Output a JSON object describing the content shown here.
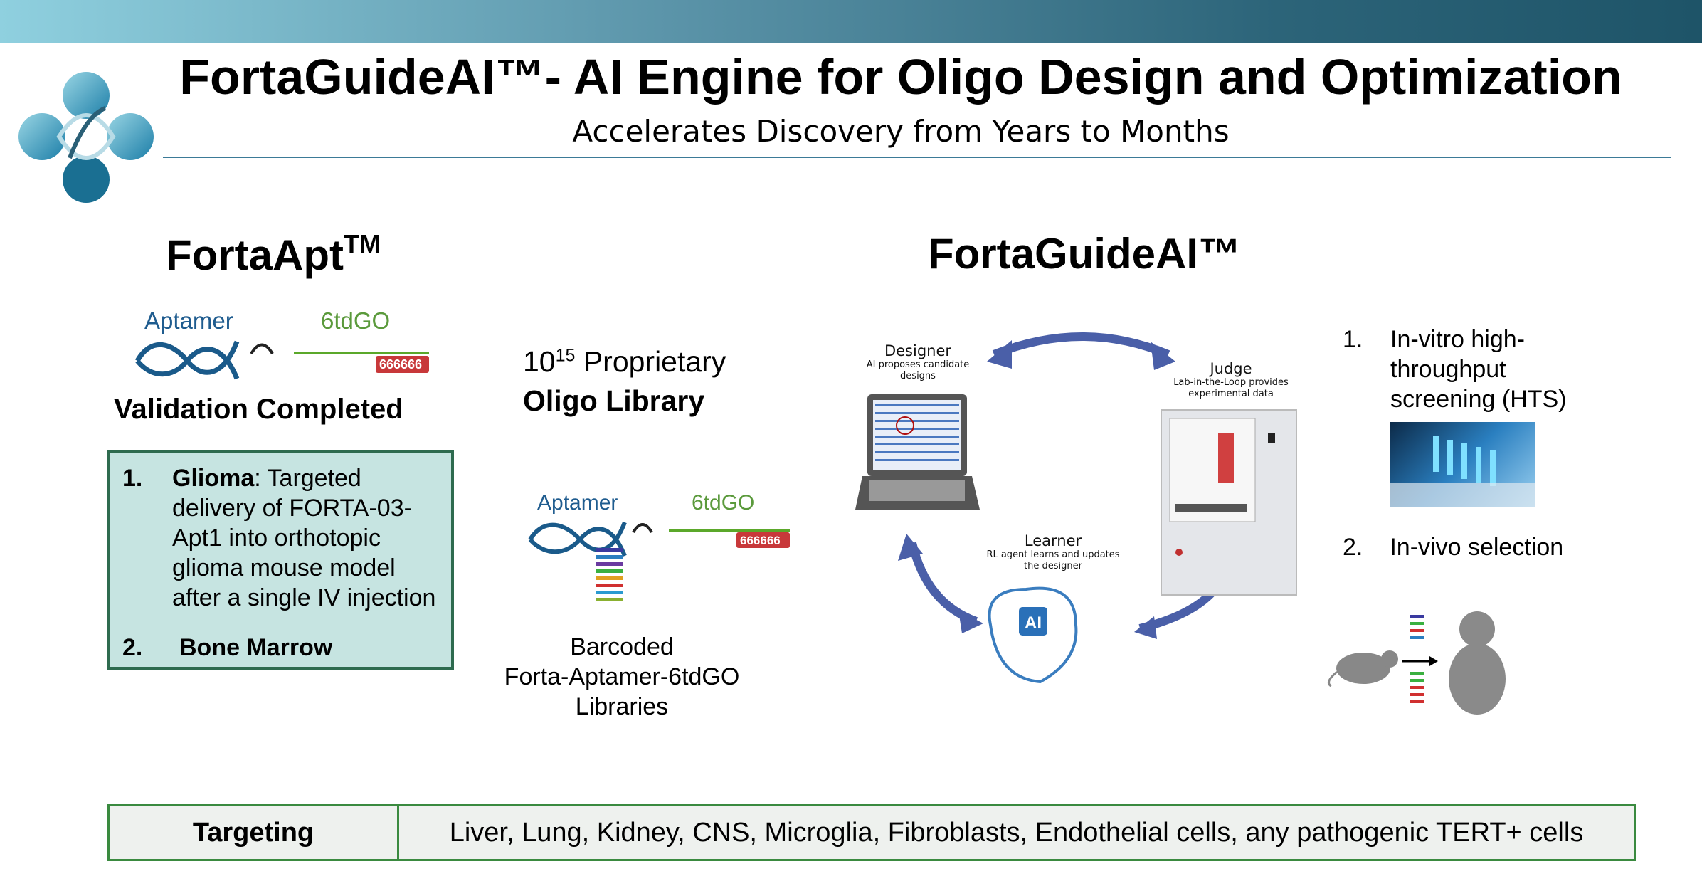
{
  "header": {
    "title": "FortaGuideAI™- AI Engine for Oligo Design and Optimization",
    "subtitle": "Accelerates Discovery from Years to Months"
  },
  "left": {
    "title": "FortaApt",
    "tm": "TM",
    "aptamer_label": "Aptamer",
    "tdgo_label": "6tdGO",
    "tag": "666666",
    "validation": "Validation Completed",
    "items": [
      {
        "num": "1.",
        "bold": "Glioma",
        "text": ": Targeted delivery of FORTA-03-Apt1 into orthotopic glioma mouse model after a single IV injection"
      },
      {
        "num": "2.",
        "bold": "Bone Marrow",
        "text": ""
      }
    ]
  },
  "middle": {
    "library_prefix": "10",
    "library_exp": "15",
    "library_suffix": " Proprietary",
    "library_bold": "Oligo Library",
    "aptamer_label": "Aptamer",
    "tdgo_label": "6tdGO",
    "tag": "666666",
    "caption": [
      "Barcoded",
      "Forta-Aptamer-6tdGO",
      "Libraries"
    ]
  },
  "guide": {
    "title": "FortaGuideAI™",
    "designer": {
      "title": "Designer",
      "desc": [
        "AI proposes candidate",
        "designs"
      ]
    },
    "judge": {
      "title": "Judge",
      "desc": [
        "Lab-in-the-Loop provides",
        "experimental data"
      ]
    },
    "learner": {
      "title": "Learner",
      "desc": [
        "RL agent learns and updates",
        "the designer"
      ],
      "chip": "AI"
    }
  },
  "right": {
    "items": [
      {
        "num": "1.",
        "lines": [
          "In-vitro high-",
          "throughput",
          "screening (HTS)"
        ]
      },
      {
        "num": "2.",
        "lines": [
          "In-vivo selection"
        ]
      }
    ]
  },
  "targeting": {
    "label": "Targeting",
    "value": "Liver, Lung, Kidney, CNS, Microglia, Fibroblasts, Endothelial cells, any pathogenic TERT+ cells"
  },
  "colors": {
    "accent": "#3b7a97",
    "box_bg": "#c6e4e1",
    "box_border": "#2e6b4f",
    "arrow": "#4a5fa8",
    "tdgo": "#5b9a3c",
    "tag": "#c8383a"
  }
}
